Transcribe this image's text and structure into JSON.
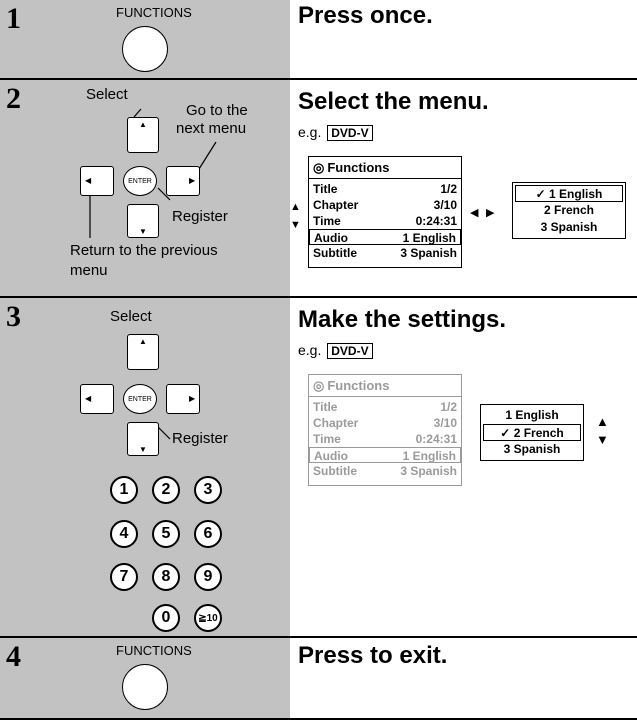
{
  "steps": [
    {
      "number": "1",
      "button_label": "FUNCTIONS",
      "heading": "Press once."
    },
    {
      "number": "2",
      "heading": "Select the menu.",
      "eg": "e.g.",
      "badge": "DVD-V",
      "labels": {
        "select": "Select",
        "go_next_1": "Go to the",
        "go_next_2": "next menu",
        "register": "Register",
        "return_1": "Return to the previous",
        "return_2": "menu"
      }
    },
    {
      "number": "3",
      "heading": "Make the settings.",
      "eg": "e.g.",
      "badge": "DVD-V",
      "labels": {
        "select": "Select",
        "register": "Register"
      }
    },
    {
      "number": "4",
      "button_label": "FUNCTIONS",
      "heading": "Press to exit."
    }
  ],
  "enter_label": "ENTER",
  "numpad": [
    "1",
    "2",
    "3",
    "4",
    "5",
    "6",
    "7",
    "8",
    "9",
    "0",
    "≧10"
  ],
  "osd": {
    "title": "Functions",
    "rows": [
      {
        "label": "Title",
        "value": "1/2"
      },
      {
        "label": "Chapter",
        "value": "3/10"
      },
      {
        "label": "Time",
        "value": "0:24:31"
      },
      {
        "label": "Audio",
        "value": "1 English"
      },
      {
        "label": "Subtitle",
        "value": "3 Spanish"
      }
    ]
  },
  "audio_options": [
    "1 English",
    "2 French",
    "3 Spanish"
  ],
  "selected_option_step2": "1 English",
  "selected_option_step3": "2 French"
}
